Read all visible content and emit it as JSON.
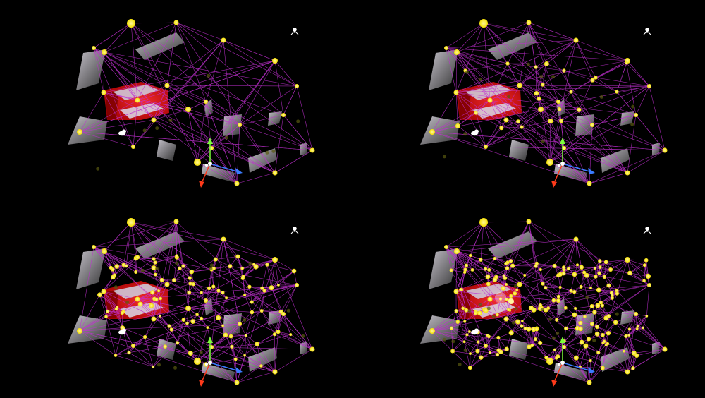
{
  "scene": {
    "background": "#000000",
    "edge_color": "#c030d0",
    "node_color": "#f5e000",
    "node_highlight": "#fff27a",
    "box_color": "#8c8c8c",
    "box_highlight": "#d8d0e0",
    "red_volume_color": "#d40000",
    "axis_colors": {
      "x": "#3a7bff",
      "y": "#7cff3a",
      "z": "#ff3a1a"
    },
    "icons": [
      "camera-icon",
      "light-icon",
      "transform-gizmo-icon"
    ]
  },
  "panels": [
    {
      "id": "sparse",
      "density_step": 1,
      "extra_nodes": 0
    },
    {
      "id": "low",
      "density_step": 2,
      "extra_nodes": 12
    },
    {
      "id": "medium",
      "density_step": 3,
      "extra_nodes": 70
    },
    {
      "id": "dense",
      "density_step": 4,
      "extra_nodes": 150
    }
  ]
}
